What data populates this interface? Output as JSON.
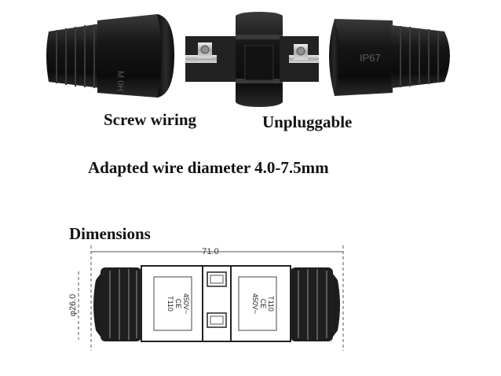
{
  "captions": {
    "screw_wiring": "Screw wiring",
    "unpluggable": "Unpluggable",
    "wire_diameter": "Adapted wire diameter 4.0-7.5mm",
    "dimensions": "Dimensions"
  },
  "photo": {
    "left_cap_text": "M 0H",
    "right_cap_text": "IP67"
  },
  "drawing": {
    "length_label": "71.0",
    "diameter_label": "φ26.0",
    "left_marking": [
      "T110",
      "CE",
      "450V~"
    ],
    "right_marking": [
      "T110",
      "CE",
      "450V~"
    ]
  },
  "colors": {
    "connector_body": "#1b1b1b",
    "caption_text": "#111111"
  }
}
